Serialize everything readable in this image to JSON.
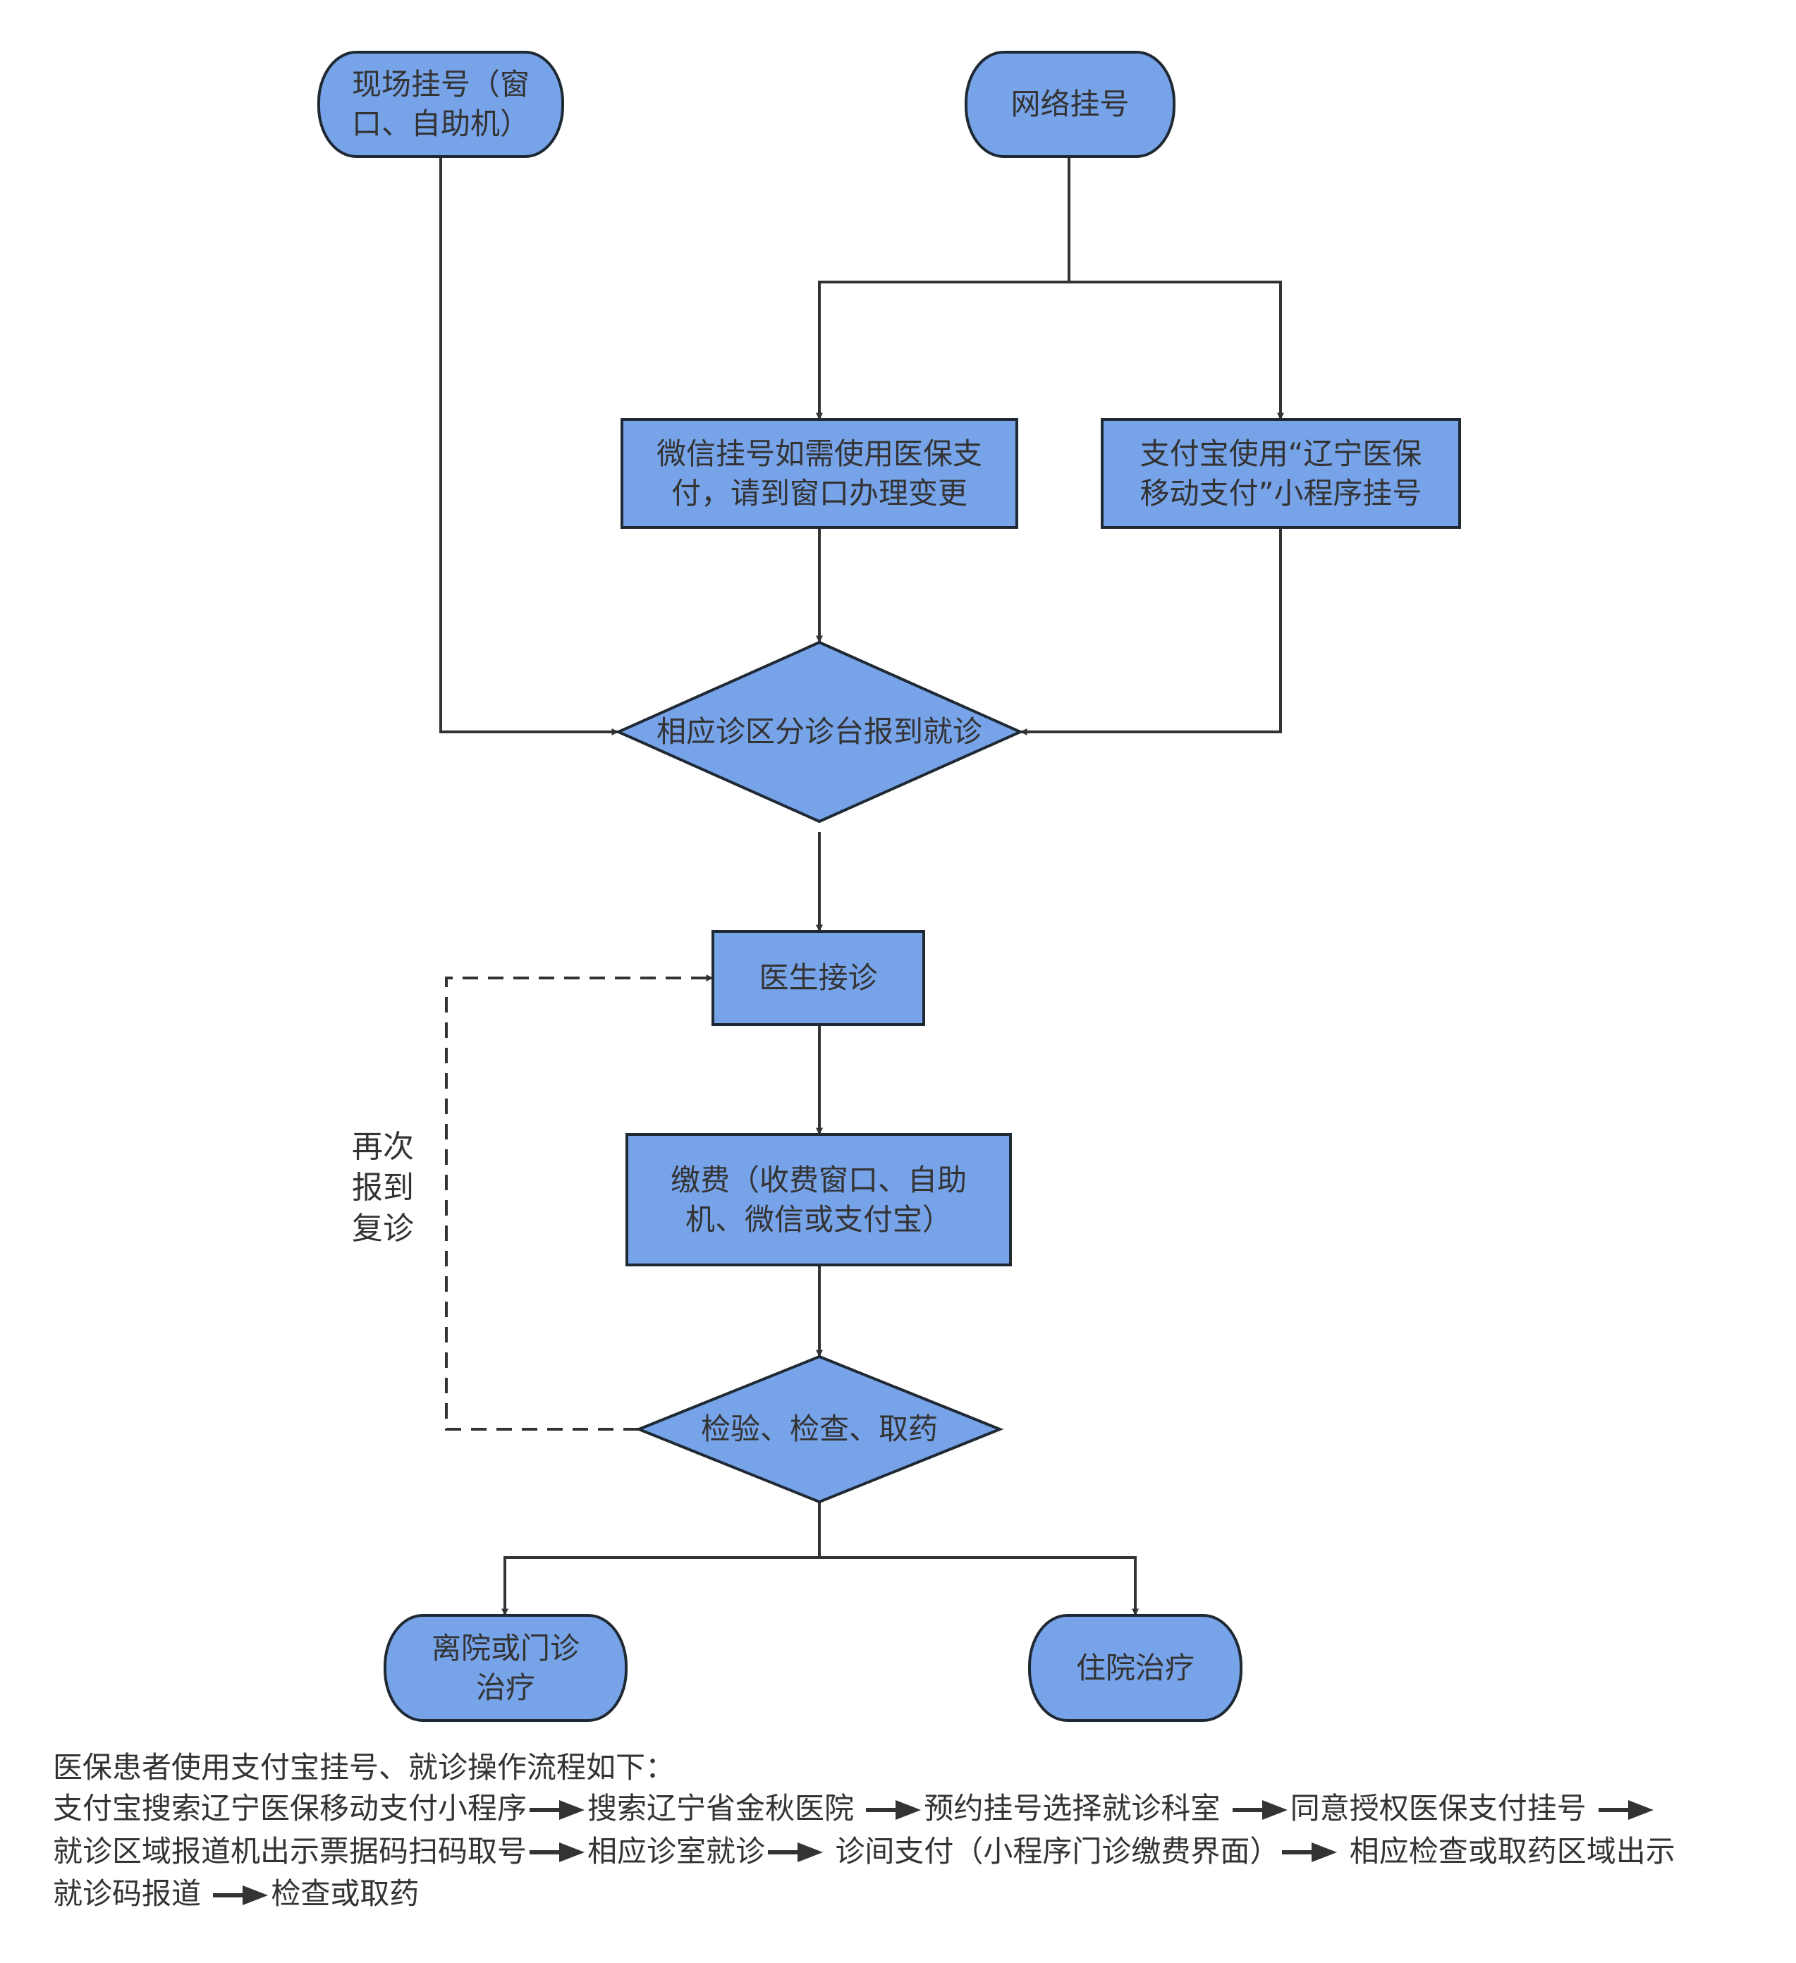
{
  "colors": {
    "node_fill": "#77a3e9",
    "node_stroke": "#1f2933",
    "edge": "#333333",
    "text": "#333333",
    "background": "#ffffff"
  },
  "nodes": {
    "onsite_registration": {
      "shape": "terminal",
      "text": "现场挂号（窗口、自助机）",
      "lines": [
        "现场挂号（窗",
        "口、自助机）"
      ]
    },
    "online_registration": {
      "shape": "terminal",
      "text": "网络挂号",
      "lines": [
        "网络挂号"
      ]
    },
    "wechat_registration": {
      "shape": "process",
      "text": "微信挂号如需使用医保支付，请到窗口办理变更",
      "lines": [
        "微信挂号如需使用医保支",
        "付，请到窗口办理变更"
      ]
    },
    "alipay_registration": {
      "shape": "process",
      "text": "支付宝使用“辽宁医保移动支付”小程序挂号",
      "lines": [
        "支付宝使用“辽宁医保",
        "移动支付”小程序挂号"
      ]
    },
    "triage_checkin": {
      "shape": "decision",
      "text": "相应诊区分诊台报到就诊",
      "lines": [
        "相应诊区分诊台报到就诊"
      ]
    },
    "doctor_consultation": {
      "shape": "process",
      "text": "医生接诊",
      "lines": [
        "医生接诊"
      ]
    },
    "payment": {
      "shape": "process",
      "text": "缴费（收费窗口、自助机、微信或支付宝）",
      "lines": [
        "缴费（收费窗口、自助",
        "机、微信或支付宝）"
      ]
    },
    "tests_pharmacy": {
      "shape": "decision",
      "text": "检验、检查、取药",
      "lines": [
        "检验、检查、取药"
      ]
    },
    "discharge_outpatient": {
      "shape": "terminal",
      "text": "离院或门诊治疗",
      "lines": [
        "离院或门诊",
        "治疗"
      ]
    },
    "hospitalization": {
      "shape": "terminal",
      "text": "住院治疗",
      "lines": [
        "住院治疗"
      ]
    }
  },
  "edges": [
    {
      "from": "onsite_registration",
      "to": "triage_checkin",
      "style": "solid"
    },
    {
      "from": "online_registration",
      "to": "wechat_registration",
      "style": "solid"
    },
    {
      "from": "online_registration",
      "to": "alipay_registration",
      "style": "solid"
    },
    {
      "from": "wechat_registration",
      "to": "triage_checkin",
      "style": "solid"
    },
    {
      "from": "alipay_registration",
      "to": "triage_checkin",
      "style": "solid"
    },
    {
      "from": "triage_checkin",
      "to": "doctor_consultation",
      "style": "solid"
    },
    {
      "from": "doctor_consultation",
      "to": "payment",
      "style": "solid"
    },
    {
      "from": "payment",
      "to": "tests_pharmacy",
      "style": "solid"
    },
    {
      "from": "tests_pharmacy",
      "to": "doctor_consultation",
      "style": "dashed",
      "label": "再次报到复诊"
    },
    {
      "from": "tests_pharmacy",
      "to": "discharge_outpatient",
      "style": "solid"
    },
    {
      "from": "tests_pharmacy",
      "to": "hospitalization",
      "style": "solid"
    }
  ],
  "loop_label": {
    "lines": [
      "再次",
      "报到",
      "复诊"
    ]
  },
  "notes": {
    "heading": "医保患者使用支付宝挂号、就诊操作流程如下：",
    "steps": [
      "支付宝搜索辽宁医保移动支付小程序",
      "搜索辽宁省金秋医院",
      "预约挂号选择就诊科室",
      "同意授权医保支付挂号",
      "就诊区域报道机出示票据码扫码取号",
      "相应诊室就诊",
      "诊间支付（小程序门诊缴费界面）",
      "相应检查或取药区域出示就诊码报道",
      "检查或取药"
    ],
    "arrow_icon": "right-arrow-icon"
  }
}
